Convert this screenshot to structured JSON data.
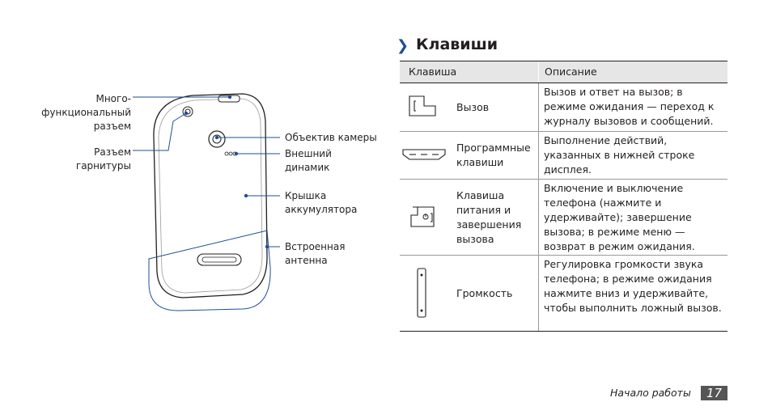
{
  "diagram": {
    "labels": {
      "multi_connector": "Много-\nфункциональный\nразъем",
      "headset_jack": "Разъем\nгарнитуры",
      "camera_lens": "Объектив камеры",
      "speaker": "Внешний\nдинамик",
      "battery_cover": "Крышка\nаккумулятора",
      "antenna": "Встроенная\nантенна"
    },
    "colors": {
      "callout": "#1f4e96"
    }
  },
  "section": {
    "title": "Клавиши"
  },
  "table": {
    "headers": {
      "key": "Клавиша",
      "description": "Описание"
    },
    "rows": [
      {
        "icon": "call-key-icon",
        "name": "Вызов",
        "description": "Вызов и ответ на вызов; в режиме ожидания — переход к журналу вызовов и сообщений."
      },
      {
        "icon": "soft-keys-icon",
        "name": "Программные клавиши",
        "description": "Выполнение действий, указанных в нижней строке дисплея."
      },
      {
        "icon": "power-end-key-icon",
        "name": "Клавиша питания и завершения вызова",
        "description": "Включение и выключение телефона (нажмите и удерживайте); завершение вызова; в режиме меню — возврат в режим ожидания."
      },
      {
        "icon": "volume-key-icon",
        "name": "Громкость",
        "description": "Регулировка громкости звука телефона; в режиме ожидания нажмите вниз и удерживайте, чтобы выполнить ложный вызов."
      }
    ]
  },
  "footer": {
    "section": "Начало работы",
    "page": "17"
  }
}
